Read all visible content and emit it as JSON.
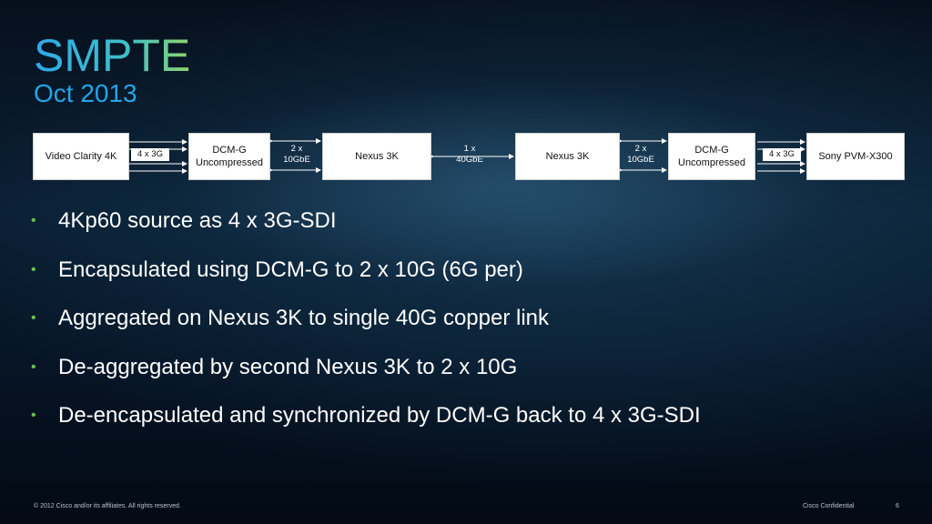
{
  "slide": {
    "title": "SMPTE",
    "subtitle": "Oct 2013",
    "page_number": "6"
  },
  "diagram": {
    "boxes": {
      "video_clarity": "Video Clarity 4K",
      "dcmg_left_line1": "DCM-G",
      "dcmg_left_line2": "Uncompressed",
      "nexus_left": "Nexus 3K",
      "nexus_right": "Nexus 3K",
      "dcmg_right_line1": "DCM-G",
      "dcmg_right_line2": "Uncompressed",
      "sony": "Sony PVM-X300"
    },
    "links": {
      "left_sdi": "4 x 3G",
      "left_10g_line1": "2 x",
      "left_10g_line2": "10GbE",
      "mid_40g_line1": "1 x",
      "mid_40g_line2": "40GbE",
      "right_10g_line1": "2 x",
      "right_10g_line2": "10GbE",
      "right_sdi": "4 x 3G"
    }
  },
  "bullets": [
    "4Kp60 source as 4 x 3G-SDI",
    "Encapsulated using DCM-G to 2 x 10G (6G per)",
    "Aggregated on Nexus 3K to single 40G copper link",
    "De-aggregated by second Nexus 3K to 2 x 10G",
    "De-encapsulated and synchronized by DCM-G back to 4 x 3G-SDI"
  ],
  "footer": {
    "copyright": "© 2012 Cisco and/or its affiliates. All rights reserved.",
    "confidential": "Cisco Confidential"
  },
  "colors": {
    "title_gradient_start": "#2fa8e8",
    "title_gradient_end": "#8fd46a",
    "subtitle": "#22a6e6",
    "bullet_dot": "#6cbf4a",
    "background": "#0a1f33"
  }
}
